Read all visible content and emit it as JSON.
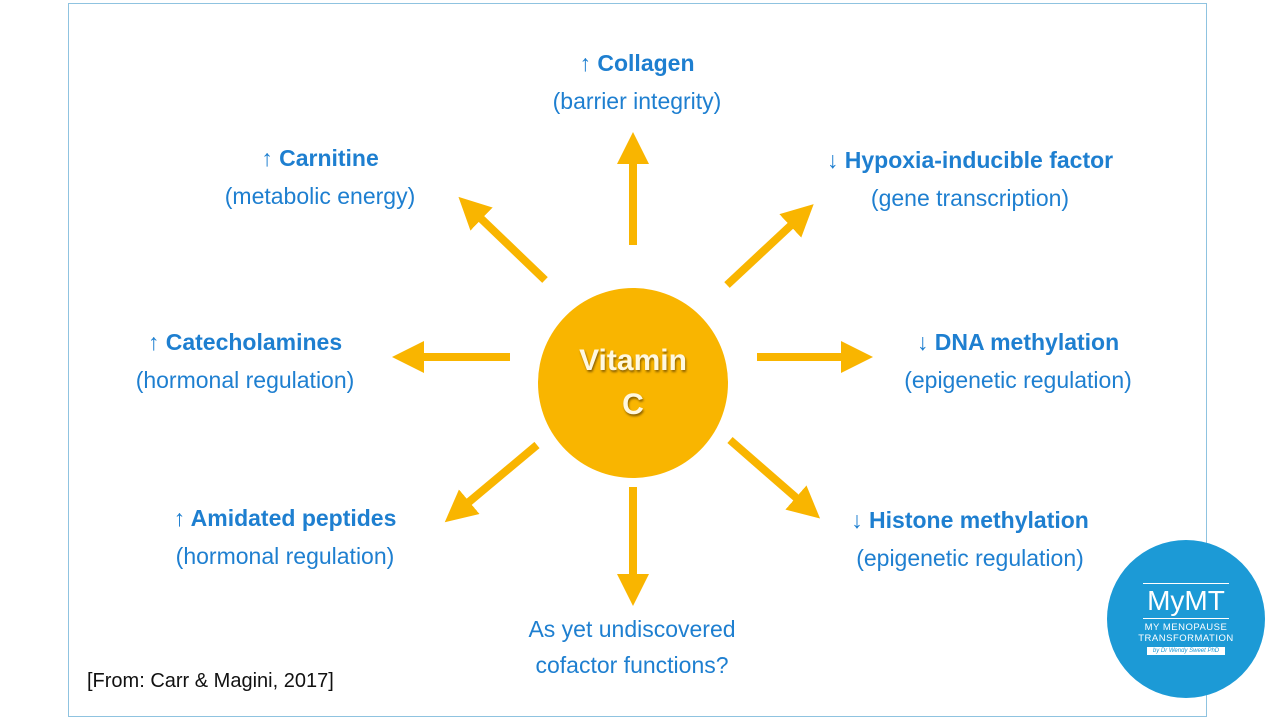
{
  "center": {
    "line1": "Vitamin",
    "line2": "C"
  },
  "labels": [
    {
      "title": "↑ Collagen",
      "sub": "(barrier integrity)"
    },
    {
      "title": "↑ Carnitine",
      "sub": "(metabolic energy)"
    },
    {
      "title": "↓ Hypoxia-inducible factor",
      "sub": "(gene transcription)"
    },
    {
      "title": "↑ Catecholamines",
      "sub": "(hormonal regulation)"
    },
    {
      "title": "↓ DNA methylation",
      "sub": "(epigenetic regulation)"
    },
    {
      "title": "↑ Amidated peptides",
      "sub": "(hormonal regulation)"
    },
    {
      "title": "↓ Histone methylation",
      "sub": "(epigenetic regulation)"
    },
    {
      "title": "As yet undiscovered",
      "sub": "cofactor functions?"
    }
  ],
  "citation": "[From: Carr & Magini, 2017]",
  "logo": {
    "name": "MyMT",
    "tagline1": "MY MENOPAUSE",
    "tagline2": "TRANSFORMATION",
    "by": "by Dr Wendy Sweet PhD"
  },
  "colors": {
    "text": "#1e7fd0",
    "accent": "#f9b500",
    "logo": "#1c9ad6"
  }
}
